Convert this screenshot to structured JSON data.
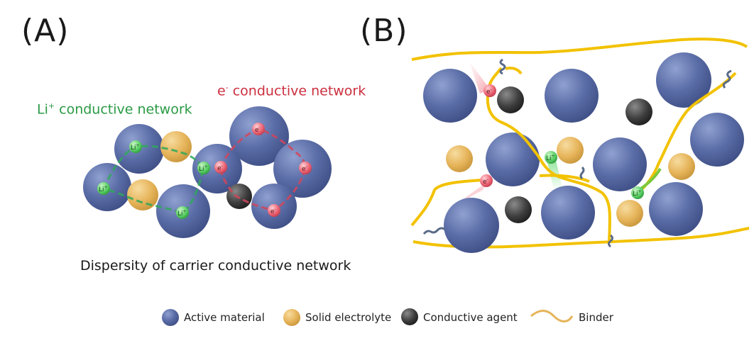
{
  "panels": {
    "a": {
      "label": "(A)",
      "li_network_label_prefix": "Li",
      "li_network_label_sup": "+",
      "li_network_label_suffix": " conductive network",
      "e_network_label_prefix": "e",
      "e_network_label_sup": "-",
      "e_network_label_suffix": " conductive network",
      "caption": "Dispersity of carrier conductive network"
    },
    "b": {
      "label": "(B)"
    }
  },
  "carrier_labels": {
    "li": "Li",
    "li_sup": "+",
    "e": "e",
    "e_sup": "-"
  },
  "legend": [
    {
      "key": "active",
      "label": "Active material",
      "icon": "blue-sphere-icon"
    },
    {
      "key": "solid",
      "label": "Solid electrolyte",
      "icon": "gold-sphere-icon"
    },
    {
      "key": "conductive",
      "label": "Conductive agent",
      "icon": "dark-sphere-icon"
    },
    {
      "key": "binder",
      "label": "Binder",
      "icon": "wavy-line-icon"
    }
  ],
  "colors": {
    "active_material": "#56689f",
    "solid_electrolyte": "#e6b45a",
    "conductive_agent": "#3a3a3a",
    "binder": "#f2c200",
    "li_network": "#2fa85a",
    "e_network": "#d2455a"
  }
}
